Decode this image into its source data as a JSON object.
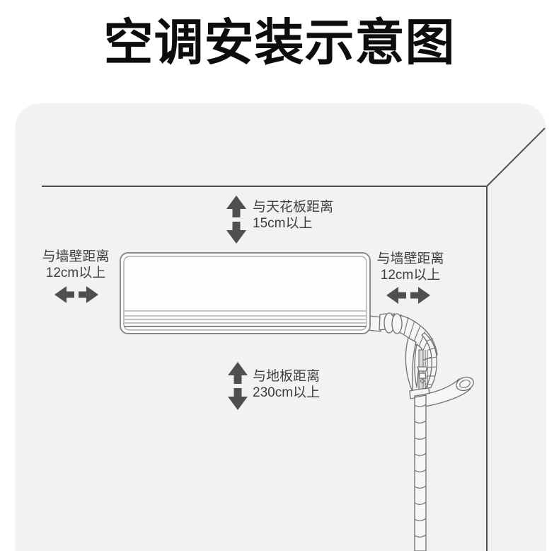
{
  "title": "空调安装示意图",
  "labels": {
    "ceiling": {
      "line1": "与天花板距离",
      "line2": "15cm以上"
    },
    "left_wall": {
      "line1": "与墙壁距离",
      "line2": "12cm以上"
    },
    "right_wall": {
      "line1": "与墙壁距离",
      "line2": "12cm以上"
    },
    "floor": {
      "line1": "与地板距离",
      "line2": "230cm以上"
    }
  },
  "icons": {
    "vertical_double_arrow": "up-down clearance arrow (two stacked triangles with shafts)",
    "horizontal_double_arrow": "left-right clearance arrow (two opposed triangles with shafts)"
  },
  "colors": {
    "panel_background": "#f2f2f2",
    "arrow": "#4f4f4f",
    "room_line": "#4f4f4f",
    "unit_outline": "#8a8a8a",
    "pipe_line": "#707070",
    "label_text": "#3e3e3e",
    "title_text": "#0d0d0d"
  }
}
